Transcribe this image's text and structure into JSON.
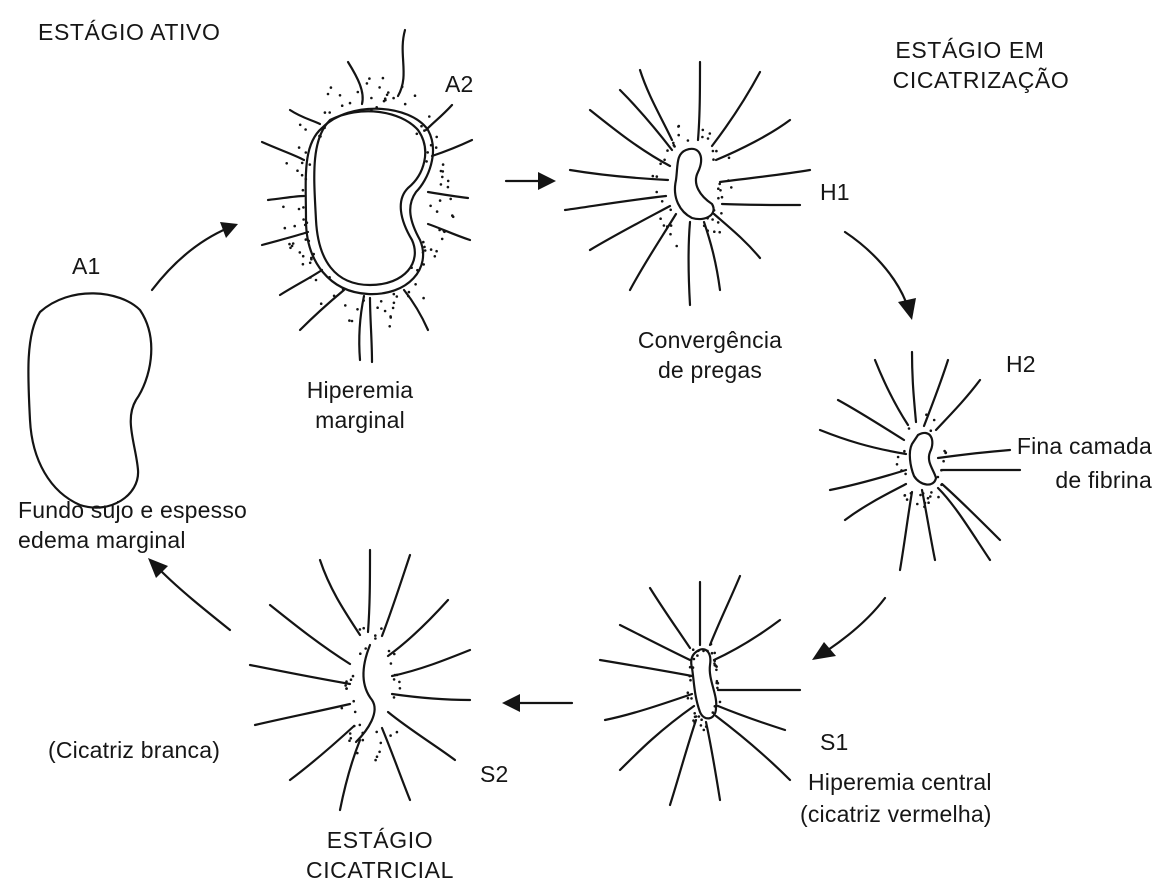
{
  "stages": {
    "active": "ESTÁGIO ATIVO",
    "healing_line1": "ESTÁGIO EM",
    "healing_line2": "CICATRIZAÇÃO",
    "scar_line1": "ESTÁGIO",
    "scar_line2": "CICATRICIAL"
  },
  "nodes": {
    "a1": {
      "code": "A1",
      "desc_line1": "Fundo sujo e espesso",
      "desc_line2": "edema marginal"
    },
    "a2": {
      "code": "A2",
      "desc_line1": "Hiperemia",
      "desc_line2": "marginal"
    },
    "h1": {
      "code": "H1",
      "desc_line1": "Convergência",
      "desc_line2": "de pregas"
    },
    "h2": {
      "code": "H2",
      "desc_line1": "Fina camada",
      "desc_line2": "de fibrina"
    },
    "s1": {
      "code": "S1",
      "desc_line1": "Hiperemia central",
      "desc_line2": "(cicatriz vermelha)"
    },
    "s2": {
      "code": "S2",
      "desc_line1": "(Cicatriz branca)"
    }
  }
}
